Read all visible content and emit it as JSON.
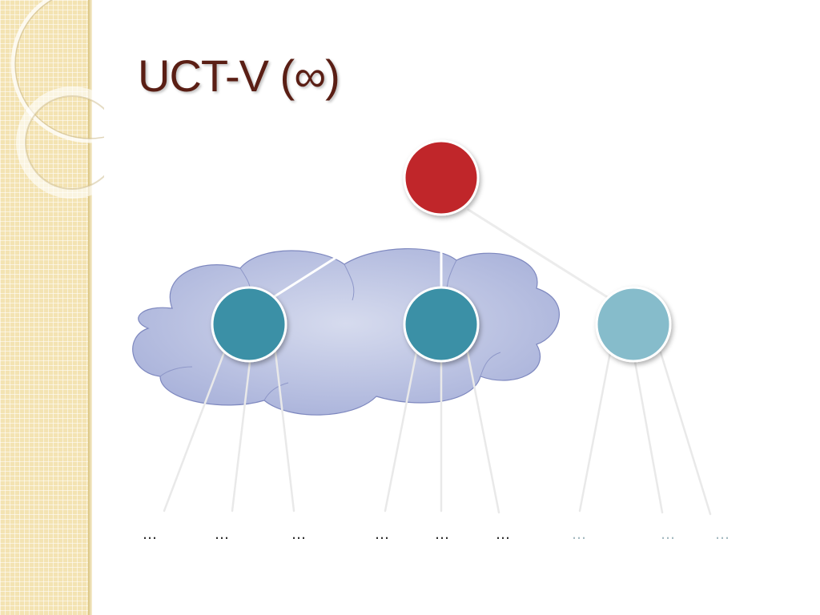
{
  "slide": {
    "title": "UCT-V (∞)"
  },
  "diagram": {
    "nodes": [
      {
        "id": "root",
        "color": "#c0282b"
      },
      {
        "id": "child-1",
        "color": "#3a90a6"
      },
      {
        "id": "child-2",
        "color": "#3a90a6"
      },
      {
        "id": "child-3",
        "color": "#86bccb"
      }
    ],
    "cloud_color": "#c3c9e4",
    "leaf_labels": [
      "…",
      "…",
      "…",
      "…",
      "…",
      "…",
      "…",
      "…",
      "…"
    ],
    "dark_label_color": "#222222",
    "faded_label_color": "#9fb6bd"
  }
}
